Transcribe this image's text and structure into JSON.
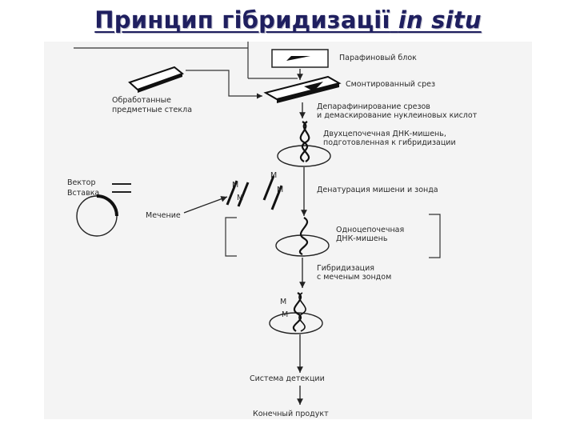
{
  "title": {
    "main": "Принцип гібридизації",
    "italic": "in situ"
  },
  "diagram": {
    "paraffin_block": "Парафиновый блок",
    "mounted_section": "Смонтированный срез",
    "treated_slides_line1": "Обработанные",
    "treated_slides_line2": "предметные стекла",
    "deparaffinization_line1": "Депарафинирование срезов",
    "deparaffinization_line2": "и демаскирование нуклеиновых кислот",
    "ds_target_line1": "Двухцепочечная ДНК-мишень,",
    "ds_target_line2": "подготовленная к гибридизации",
    "vector_label": "Вектор",
    "insert_label": "Вставка",
    "labeling_label": "Мечение",
    "denaturation": "Денатурация мишени и зонда",
    "ss_target_line1": "Одноцепочечная",
    "ss_target_line2": "ДНК-мишень",
    "hybridization_line1": "Гибридизация",
    "hybridization_line2": "с меченым зондом",
    "detection_system": "Система детекции",
    "final_product": "Конечный продукт",
    "probe_mark": "М"
  }
}
